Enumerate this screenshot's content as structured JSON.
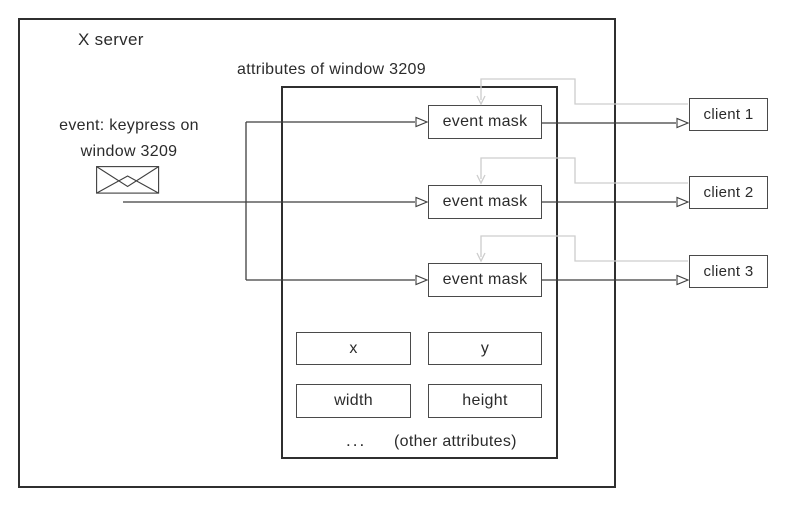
{
  "diagram": {
    "x_server_label": "X server",
    "attributes_title": "attributes of window 3209",
    "event_caption": {
      "line1": "event: keypress on",
      "line2": "window 3209"
    },
    "event_masks": [
      "event mask",
      "event mask",
      "event mask"
    ],
    "attribute_boxes": [
      "x",
      "y",
      "width",
      "height"
    ],
    "ellipsis": "...",
    "other_attributes_label": "(other attributes)",
    "clients": [
      "client 1",
      "client 2",
      "client 3"
    ],
    "colors": {
      "line_dark": "#3f3f3f",
      "line_gray": "#cdcdcd",
      "border_thick": "#2f2f2f",
      "border_thin": "#4a4a4a",
      "text": "#2b2b2b",
      "background": "#ffffff"
    }
  }
}
